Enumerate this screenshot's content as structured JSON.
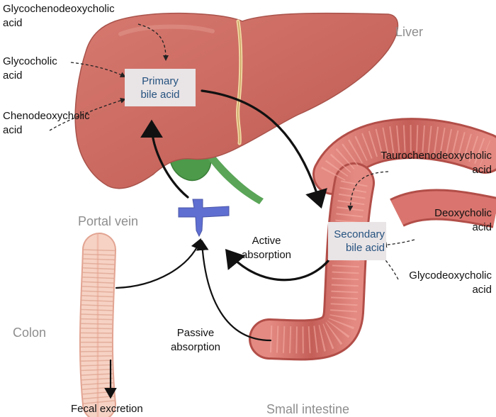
{
  "labels": {
    "glycochenodeoxycholic": [
      "Glycochenodeoxycholic",
      "acid"
    ],
    "glycocholic": [
      "Glycocholic",
      "acid"
    ],
    "chenodeoxycholic": [
      "Chenodeoxycholic",
      "acid"
    ],
    "taurochenodeoxycholic": [
      "Taurochenodeoxycholic",
      "acid"
    ],
    "deoxycholic": [
      "Deoxycholic",
      "acid"
    ],
    "glycodeoxycholic": [
      "Glycodeoxycholic",
      "acid"
    ],
    "active_absorption": [
      "Active",
      "absorption"
    ],
    "passive_absorption": [
      "Passive",
      "absorption"
    ],
    "fecal_excretion": "Fecal excretion"
  },
  "organs": {
    "liver": "Liver",
    "portal_vein": "Portal vein",
    "colon": "Colon",
    "small_intestine": "Small intestine"
  },
  "boxes": {
    "primary": [
      "Primary",
      "bile acid"
    ],
    "secondary": [
      "Secondary",
      "bile acid"
    ]
  },
  "colors": {
    "liver": "#c8685f",
    "gallbladder": "#4c9a4a",
    "portal_vein": "#5f6ed1",
    "intestine": "#cd6a63",
    "colon": "#f0c0b0",
    "box_fill": "#e9e4e6",
    "box_text": "#25527f"
  }
}
